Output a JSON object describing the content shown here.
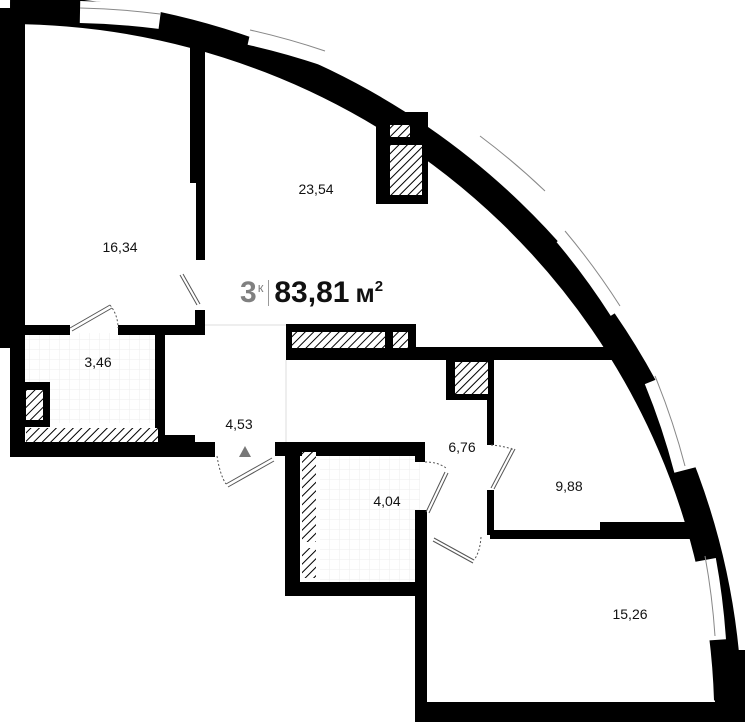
{
  "plan": {
    "rooms_count": "3",
    "rooms_suffix": "к",
    "total_area": "83,81",
    "area_unit": "м",
    "area_unit_power": "2",
    "colors": {
      "wall": "#000000",
      "text": "#111111",
      "rooms_label": "#808080",
      "background": "#ffffff"
    }
  },
  "rooms": [
    {
      "id": "room-1",
      "area": "16,34"
    },
    {
      "id": "living",
      "area": "23,54"
    },
    {
      "id": "bath-1",
      "area": "3,46"
    },
    {
      "id": "hall-entry",
      "area": "4,53"
    },
    {
      "id": "corridor",
      "area": "6,76"
    },
    {
      "id": "bath-2",
      "area": "4,04"
    },
    {
      "id": "room-2",
      "area": "9,88"
    },
    {
      "id": "room-3",
      "area": "15,26"
    }
  ],
  "icons": {
    "entrance": "entrance-triangle-icon"
  }
}
